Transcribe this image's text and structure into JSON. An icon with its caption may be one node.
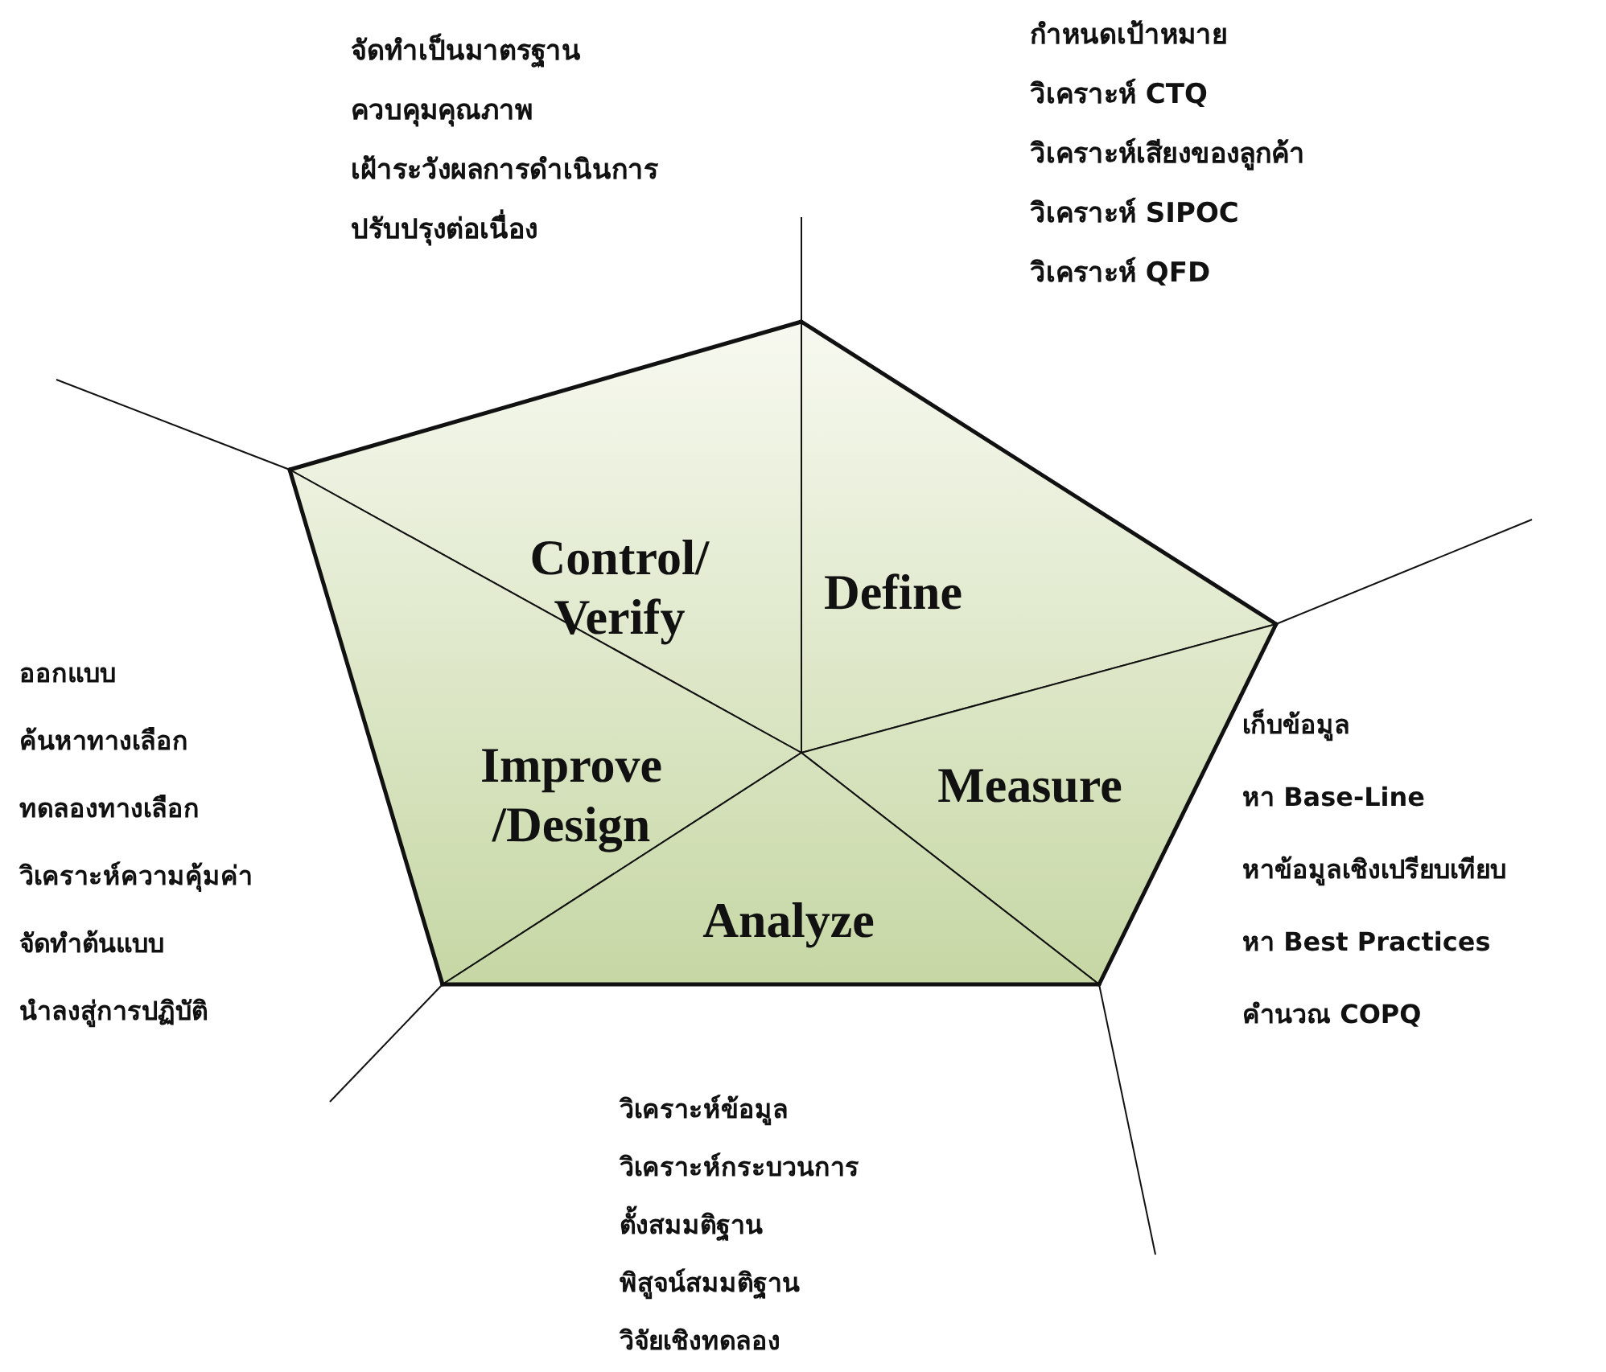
{
  "diagram": {
    "nodes": [
      {
        "text": [
          "Control/ Verify"
        ],
        "beside": [
          "จัดทำเป็นมาตรฐาน",
          "ควบคุมคุณภาพ",
          "เฝ้าระวังผลการดำเนินการ",
          "ปรับปรุงต่อเนื่อง"
        ]
      },
      {
        "text": [
          "Define"
        ],
        "beside": [
          "กำหนดเป้าหมาย",
          "วิเคราะห์ CTQ",
          "วิเคราะห์เสียงของลูกค้า",
          "วิเคราะห์ SIPOC",
          "วิเคราะห์ QFD"
        ]
      },
      {
        "text": [
          "Improve /Design"
        ],
        "beside": [
          "ออกแบบ",
          "ค้นหาทางเลือก",
          "ทดลองทางเลือก",
          "วิเคราะห์ความคุ้มค่า",
          "จัดทำต้นแบบ",
          "นำลงสู่การปฏิบัติ"
        ]
      },
      {
        "text": [
          "Measure"
        ],
        "beside": [
          "เก็บข้อมูล",
          "หา Base-Line",
          "หาข้อมูลเชิงเปรียบเทียบ",
          "หา Best Practices",
          "คำนวณ COPQ"
        ]
      },
      {
        "text": [
          "Analyze"
        ],
        "beside": [
          "วิเคราะห์ข้อมูล",
          "วิเคราะห์กระบวนการ",
          "ตั้งสมมติฐาน",
          "พิสูจน์สมมติฐาน",
          "วิจัยเชิงทดลอง"
        ]
      }
    ]
  }
}
